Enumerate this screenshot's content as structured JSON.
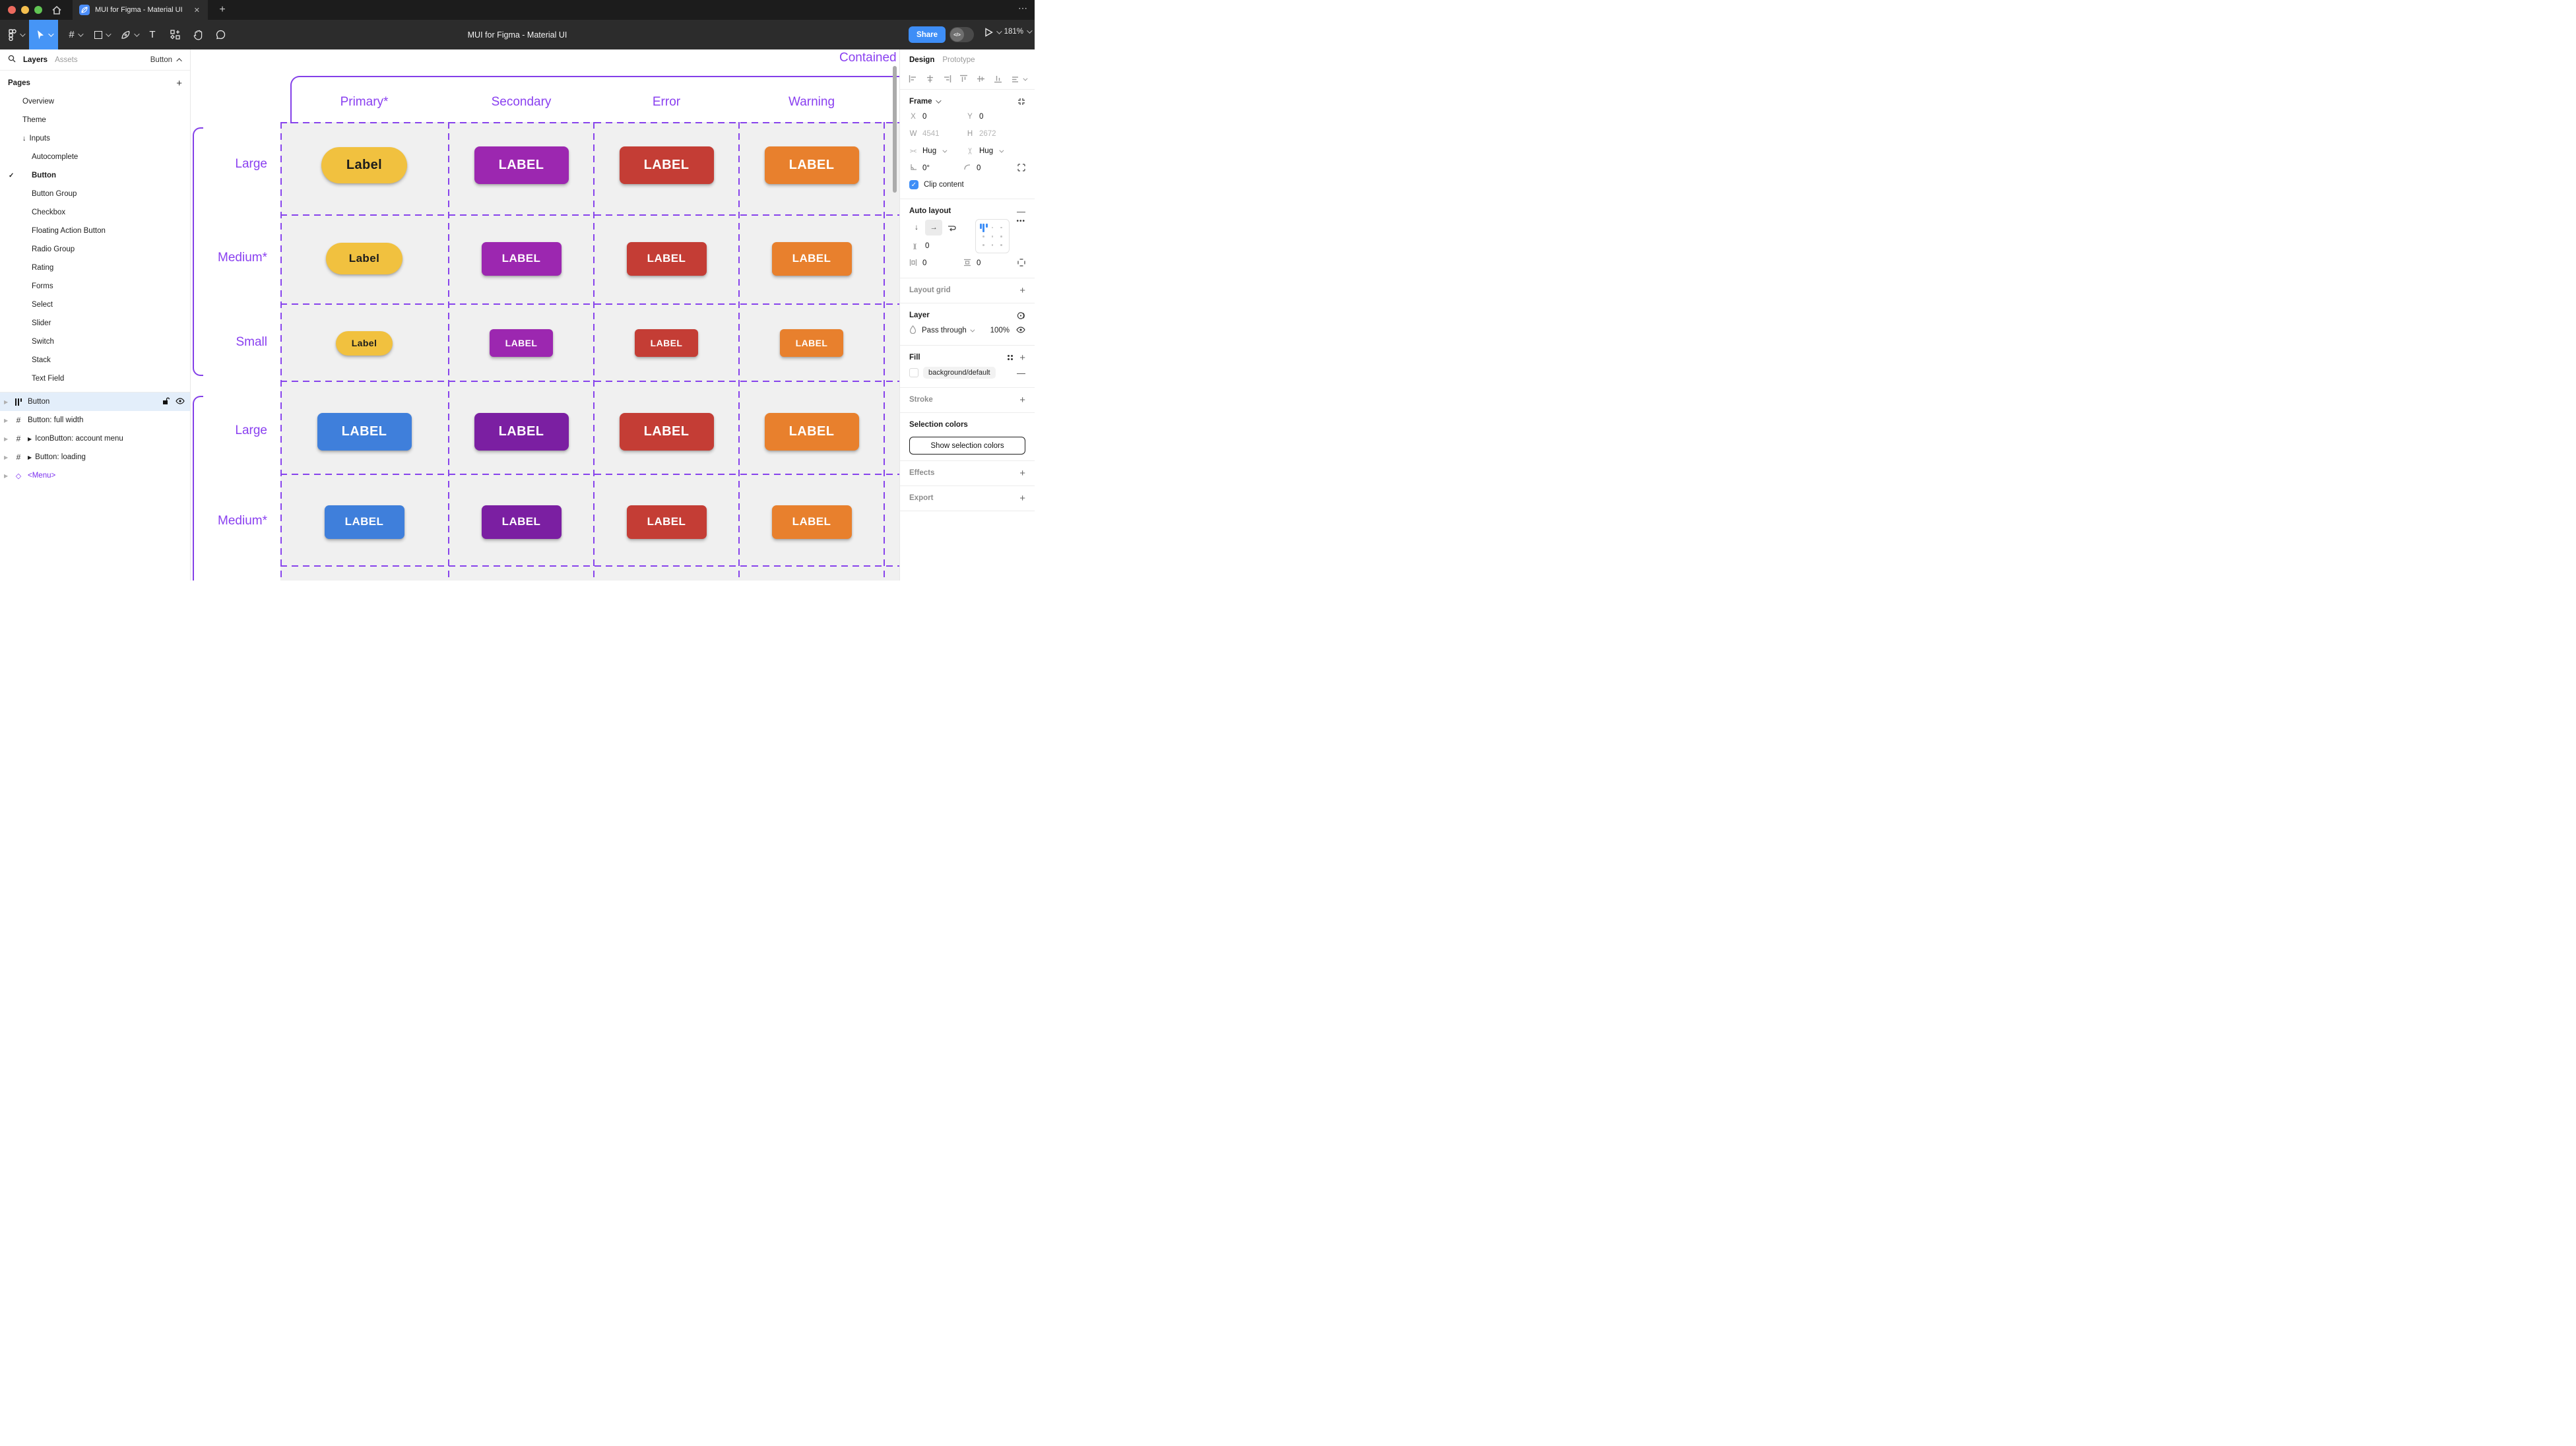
{
  "colors": {
    "accent_blue": "#3E8EF7",
    "tool_selected_blue": "#4695F6",
    "annotation_purple": "#8A40F0",
    "selection_row_bg": "#E3EEFA",
    "traffic_lights": [
      "#EC6A5E",
      "#F5BF4F",
      "#61C554"
    ],
    "button_fills": {
      "a": {
        "primary": "#F1C13F",
        "secondary": "#9C27B0",
        "error": "#C43D35",
        "warning": "#E8802D"
      },
      "b": {
        "primary": "#3F7FDB",
        "secondary": "#7B1FA2",
        "error": "#C43D35",
        "warning": "#E8802D"
      }
    }
  },
  "titlebar": {
    "tab_title": "MUI for Figma - Material UI",
    "close_glyph": "✕",
    "new_tab_glyph": "+",
    "more_glyph": "⋯"
  },
  "toolbar": {
    "document_title": "MUI for Figma - Material UI",
    "share_label": "Share",
    "devmode_glyph": "</>",
    "zoom_level": "181%"
  },
  "sidebar": {
    "tabs": {
      "layers": "Layers",
      "assets": "Assets"
    },
    "component_dropdown": "Button",
    "pages_label": "Pages",
    "pages": [
      {
        "label": "Overview"
      },
      {
        "label": "Theme"
      },
      {
        "label": "Inputs",
        "arrow": "↓"
      },
      {
        "label": "Autocomplete",
        "indent": true
      },
      {
        "label": "Button",
        "indent": true,
        "active": true,
        "check": "✓"
      },
      {
        "label": "Button Group",
        "indent": true
      },
      {
        "label": "Checkbox",
        "indent": true
      },
      {
        "label": "Floating Action Button",
        "indent": true
      },
      {
        "label": "Radio Group",
        "indent": true
      },
      {
        "label": "Rating",
        "indent": true
      },
      {
        "label": "Forms",
        "indent": true
      },
      {
        "label": "Select",
        "indent": true
      },
      {
        "label": "Slider",
        "indent": true
      },
      {
        "label": "Switch",
        "indent": true
      },
      {
        "label": "Stack",
        "indent": true
      },
      {
        "label": "Text Field",
        "indent": true
      }
    ],
    "layers": [
      {
        "label": "Button",
        "icon": "autolayout",
        "selected": true
      },
      {
        "label": "Button: full width",
        "icon": "frame"
      },
      {
        "label": "IconButton: account menu",
        "icon": "frame",
        "marker": "▶"
      },
      {
        "label": "Button: loading",
        "icon": "frame",
        "marker": "▶"
      },
      {
        "label": "<Menu>",
        "icon": "component",
        "purple": true
      }
    ]
  },
  "canvas": {
    "frame_label": "Contained",
    "columns": [
      "Primary*",
      "Secondary",
      "Error",
      "Warning"
    ],
    "rows": [
      {
        "label": "Large",
        "size": "large",
        "variant": "a"
      },
      {
        "label": "Medium*",
        "size": "medium",
        "variant": "a"
      },
      {
        "label": "Small",
        "size": "small",
        "variant": "a"
      },
      {
        "label": "Large",
        "size": "large",
        "variant": "b"
      },
      {
        "label": "Medium*",
        "size": "medium",
        "variant": "b"
      }
    ],
    "button_labels": {
      "pill": "Label",
      "rect": "LABEL"
    }
  },
  "inspector": {
    "tabs": {
      "design": "Design",
      "prototype": "Prototype"
    },
    "frame": {
      "title": "Frame",
      "x_label": "X",
      "x_value": "0",
      "y_label": "Y",
      "y_value": "0",
      "w_label": "W",
      "w_value": "4541",
      "h_label": "H",
      "h_value": "2672",
      "hug_h": "Hug",
      "hug_v": "Hug",
      "angle_value": "0°",
      "radius_value": "0",
      "clip_label": "Clip content"
    },
    "auto_layout": {
      "title": "Auto layout",
      "gap_value": "0",
      "pad_h_value": "0",
      "pad_v_value": "0",
      "more_glyph": "•••"
    },
    "layout_grid": {
      "title": "Layout grid"
    },
    "layer": {
      "title": "Layer",
      "blend_mode": "Pass through",
      "opacity": "100%"
    },
    "fill": {
      "title": "Fill",
      "token": "background/default"
    },
    "stroke": {
      "title": "Stroke"
    },
    "selection_colors": {
      "title": "Selection colors",
      "button_label": "Show selection colors"
    },
    "effects": {
      "title": "Effects"
    },
    "export": {
      "title": "Export"
    }
  }
}
